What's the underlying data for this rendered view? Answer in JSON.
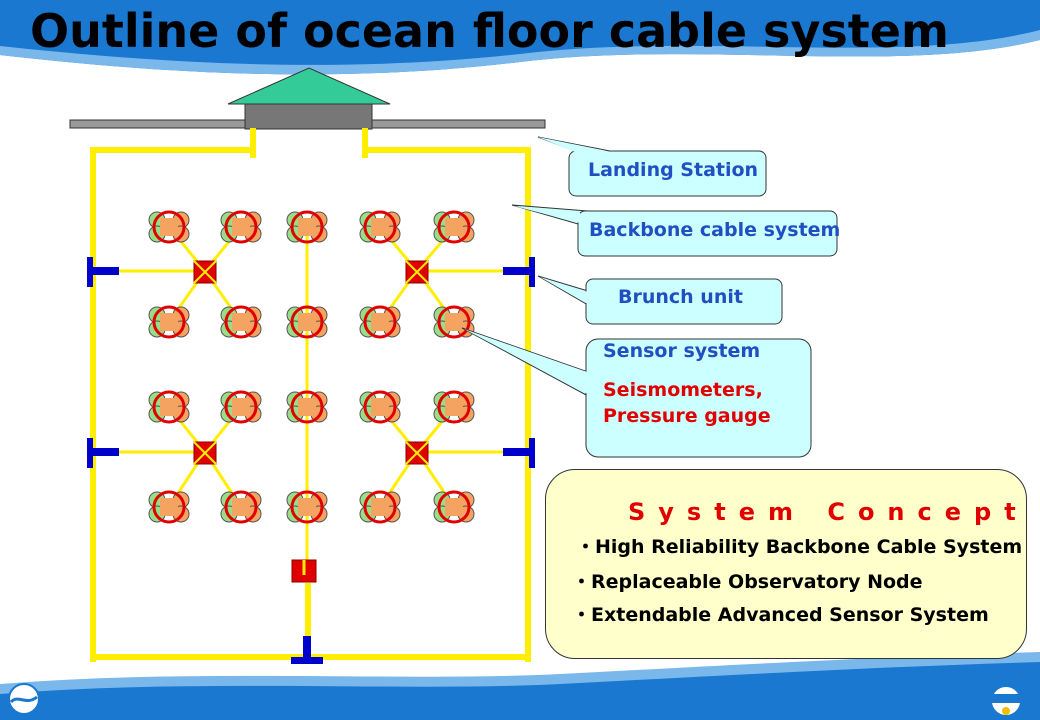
{
  "title": "Outline of ocean floor cable system",
  "callouts": {
    "landing_station": "Landing Station",
    "backbone": "Backbone cable system",
    "branch_unit": "Brunch unit",
    "sensor_heading": "Sensor system",
    "sensor_detail_1": "Seismometers,",
    "sensor_detail_2": "Pressure gauge"
  },
  "concept": {
    "title": "System Concept",
    "items": [
      "・High Reliability Backbone Cable System",
      "・Replaceable Observatory Node",
      "・Extendable Advanced Sensor System"
    ]
  },
  "colors": {
    "header_wave": "#1a78d0",
    "cable": "#ffee00",
    "branch": "#e00000",
    "sensor_ring": "#e00000",
    "sensor_fill": "#f4a460",
    "node_blue": "#0000cc",
    "callout_fill": "#ccffff",
    "concept_fill": "#ffffcc",
    "station_roof": "#33cc99",
    "station_base": "#777777",
    "callout_text": "#1f4fc0",
    "sensor_detail_text": "#e00000"
  },
  "icons": [
    "landing-station-icon",
    "branch-unit-icon",
    "sensor-icon",
    "jamstec-logo",
    "donet-logo"
  ]
}
